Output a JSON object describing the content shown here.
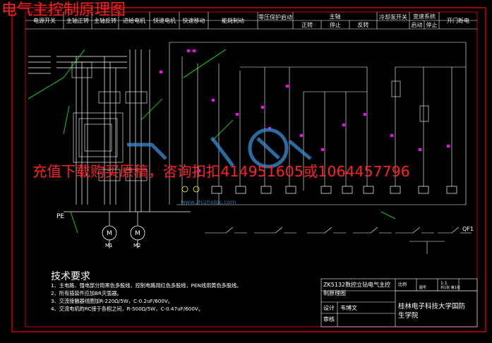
{
  "watermark_title": "电气主控制原理图",
  "watermark_ad": "充值下载购买原稿，咨询扣扣414951605或1064457796",
  "site_watermark": "www.zhizhidoc.com",
  "header": {
    "cells": [
      "电源开关",
      "主轴正转",
      "主轴反转",
      "进给电机",
      "快速电机",
      "快速移动",
      "能耗制动",
      "零压保护启动",
      "主轴",
      "冷却泵开关",
      "变速系统",
      "开门断电"
    ],
    "sub_cells": [
      "正转",
      "停止",
      "反转",
      "启动",
      "停止"
    ]
  },
  "tech_requirements": {
    "title": "技术要求",
    "lines": [
      "1、主电路、强电部分用黑色多股线，控制电路用红色多股线，PEN线用黄色多股线。",
      "2、所有插装件应加BR灭弧器。",
      "3、交流接触器线圈加R-220Ω/5W，C-0.2uF/600V。",
      "4、交流电机的RC接于各相之间，R-500Ω/5W，C-0.47uF/600V。"
    ]
  },
  "title_block": {
    "drawing_title": "ZK5132数控立钻电气主控制原理图",
    "design_label": "设计",
    "designer": "韦博文",
    "review_label": "审核",
    "school": "桂林电子科技大学国防生学院",
    "scale_label": "比例",
    "scale": "1:1",
    "sheet_label": "图号",
    "sheet": "共1张 第1张"
  },
  "labels": {
    "pe": "PE",
    "qf1": "QF1",
    "m1_label": "M1",
    "m2_label": "M2"
  },
  "colors": {
    "background": "#000000",
    "frame": "#ff0000",
    "wire": "#ffffff",
    "ground_wire": "#00ff00",
    "component": "#ff00ff",
    "label_yellow": "#ffff00",
    "watermark": "#ff2020",
    "logo": "#3a8fd8"
  }
}
